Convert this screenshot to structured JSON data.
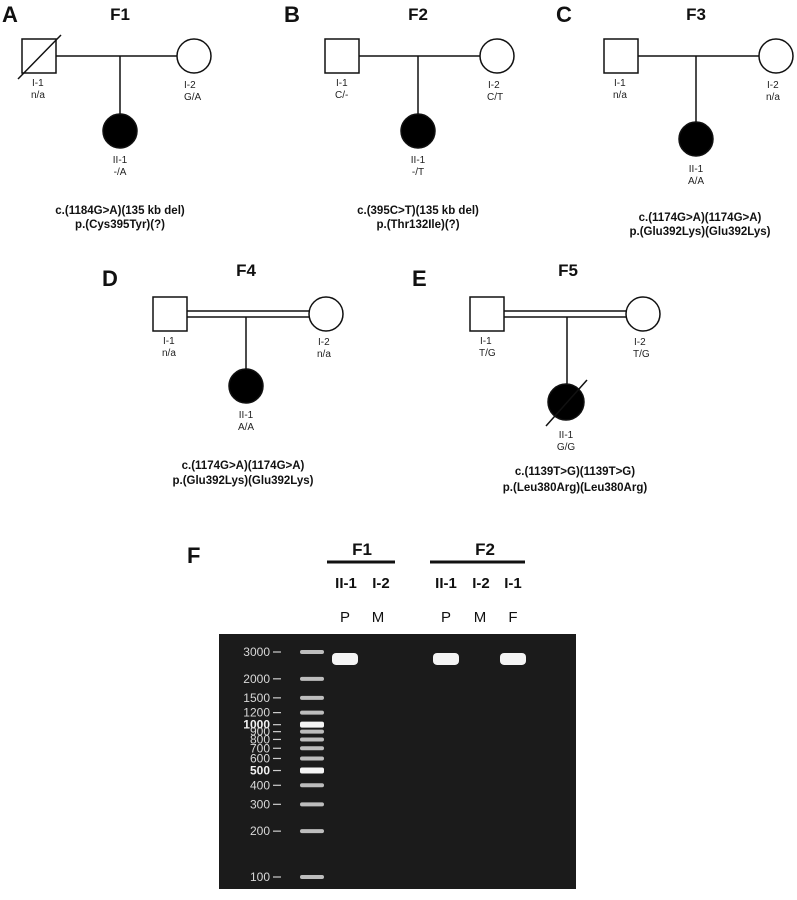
{
  "panels": [
    {
      "letter": "A",
      "title": "F1",
      "father": {
        "id": "I-1",
        "genotype": "n/a",
        "deceased": true
      },
      "mother": {
        "id": "I-2",
        "genotype": "G/A"
      },
      "child": {
        "id": "II-1",
        "genotype": "-/A",
        "affected": true,
        "deceased": false
      },
      "consanguineous": false,
      "variant_line1": "c.(1184G>A)(135 kb del)",
      "variant_line2": "p.(Cys395Tyr)(?)"
    },
    {
      "letter": "B",
      "title": "F2",
      "father": {
        "id": "I-1",
        "genotype": "C/-",
        "deceased": false
      },
      "mother": {
        "id": "I-2",
        "genotype": "C/T"
      },
      "child": {
        "id": "II-1",
        "genotype": "-/T",
        "affected": true,
        "deceased": false
      },
      "consanguineous": false,
      "variant_line1": "c.(395C>T)(135 kb del)",
      "variant_line2": "p.(Thr132Ile)(?)"
    },
    {
      "letter": "C",
      "title": "F3",
      "father": {
        "id": "I-1",
        "genotype": "n/a",
        "deceased": false
      },
      "mother": {
        "id": "I-2",
        "genotype": "n/a"
      },
      "child": {
        "id": "II-1",
        "genotype": "A/A",
        "affected": true,
        "deceased": false
      },
      "consanguineous": false,
      "variant_line1": "c.(1174G>A)(1174G>A)",
      "variant_line2": "p.(Glu392Lys)(Glu392Lys)"
    },
    {
      "letter": "D",
      "title": "F4",
      "father": {
        "id": "I-1",
        "genotype": "n/a",
        "deceased": false
      },
      "mother": {
        "id": "I-2",
        "genotype": "n/a"
      },
      "child": {
        "id": "II-1",
        "genotype": "A/A",
        "affected": true,
        "deceased": false
      },
      "consanguineous": true,
      "variant_line1": "c.(1174G>A)(1174G>A)",
      "variant_line2": "p.(Glu392Lys)(Glu392Lys)"
    },
    {
      "letter": "E",
      "title": "F5",
      "father": {
        "id": "I-1",
        "genotype": "T/G",
        "deceased": false
      },
      "mother": {
        "id": "I-2",
        "genotype": "T/G"
      },
      "child": {
        "id": "II-1",
        "genotype": "G/G",
        "affected": true,
        "deceased": true
      },
      "consanguineous": true,
      "variant_line1": "c.(1139T>G)(1139T>G)",
      "variant_line2": "p.(Leu380Arg)(Leu380Arg)"
    }
  ],
  "gel": {
    "letter": "F",
    "groups": [
      {
        "title": "F1",
        "samples": [
          "II-1",
          "I-2"
        ],
        "relations": [
          "P",
          "M"
        ]
      },
      {
        "title": "F2",
        "samples": [
          "II-1",
          "I-2",
          "I-1"
        ],
        "relations": [
          "P",
          "M",
          "F"
        ]
      }
    ],
    "ladder": [
      {
        "label": "3000",
        "value": 3000,
        "bold": false
      },
      {
        "label": "2000",
        "value": 2000,
        "bold": false
      },
      {
        "label": "1500",
        "value": 1500,
        "bold": false
      },
      {
        "label": "1200",
        "value": 1200,
        "bold": false
      },
      {
        "label": "1000",
        "value": 1000,
        "bold": true
      },
      {
        "label": "900",
        "value": 900,
        "bold": false
      },
      {
        "label": "800",
        "value": 800,
        "bold": false
      },
      {
        "label": "700",
        "value": 700,
        "bold": false
      },
      {
        "label": "600",
        "value": 600,
        "bold": false
      },
      {
        "label": "500",
        "value": 500,
        "bold": true
      },
      {
        "label": "400",
        "value": 400,
        "bold": false
      },
      {
        "label": "300",
        "value": 300,
        "bold": false
      },
      {
        "label": "200",
        "value": 200,
        "bold": false
      },
      {
        "label": "100",
        "value": 100,
        "bold": false
      }
    ],
    "bands": [
      {
        "lane": "F1 II-1 P",
        "size_bp": 2700,
        "present": true
      },
      {
        "lane": "F1 I-2 M",
        "size_bp": null,
        "present": false
      },
      {
        "lane": "F2 II-1 P",
        "size_bp": 2700,
        "present": true
      },
      {
        "lane": "F2 I-2 M",
        "size_bp": null,
        "present": false
      },
      {
        "lane": "F2 I-1 F",
        "size_bp": 2700,
        "present": true
      }
    ],
    "colors": {
      "gel_bg": "#1b1b1b",
      "band": "#f4f4f4"
    }
  }
}
